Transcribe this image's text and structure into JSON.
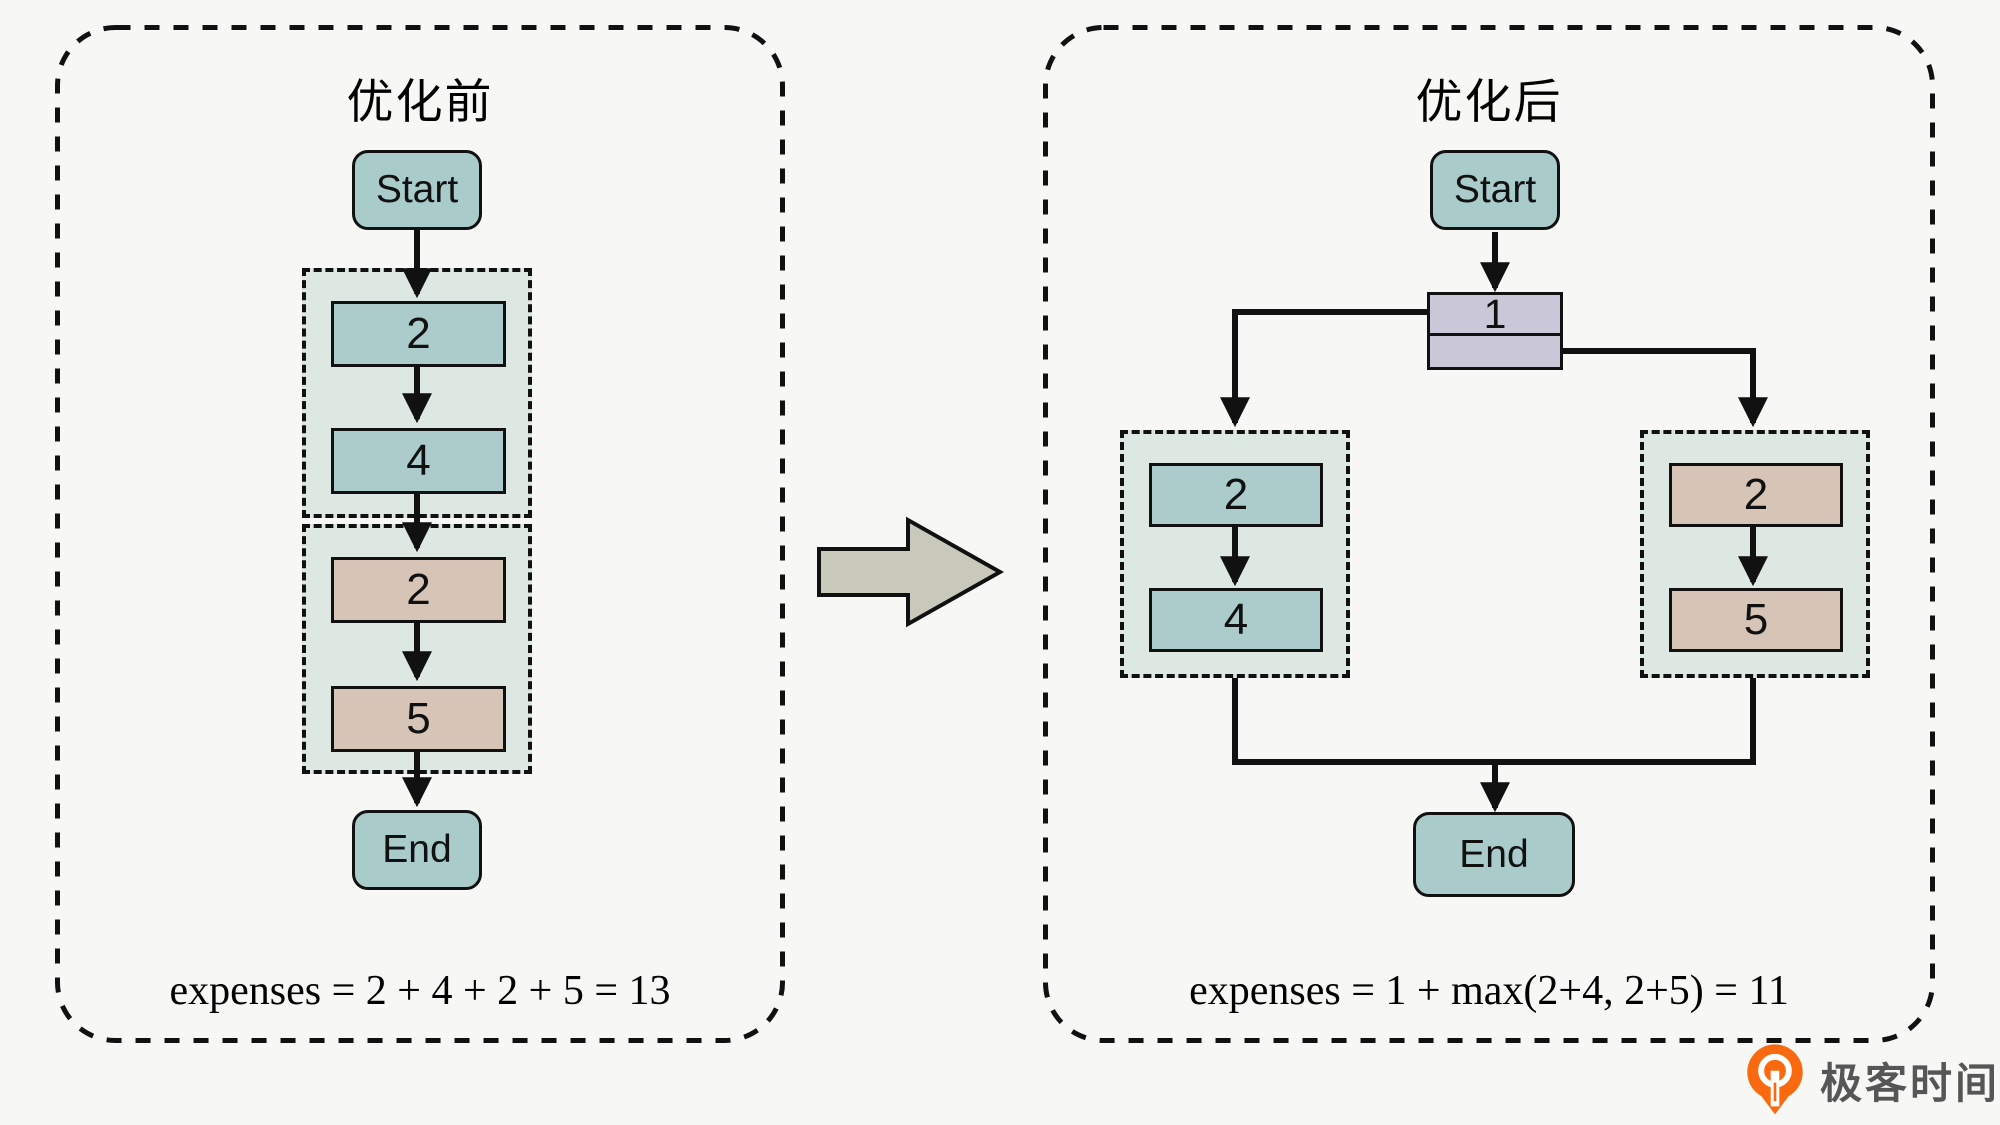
{
  "before": {
    "title": "优化前",
    "start": "Start",
    "end": "End",
    "sequence1": [
      "2",
      "4"
    ],
    "sequence2": [
      "2",
      "5"
    ],
    "formula": "expenses = 2 + 4 + 2 + 5 = 13"
  },
  "after": {
    "title": "优化后",
    "start": "Start",
    "end": "End",
    "fork": "1",
    "branch_left": [
      "2",
      "4"
    ],
    "branch_right": [
      "2",
      "5"
    ],
    "formula": "expenses = 1 + max(2+4, 2+5) = 11"
  },
  "branding": {
    "name": "极客时间"
  },
  "icons": {
    "transform_arrow": "right-block-arrow",
    "logo_mark": "geektime-orange-pin"
  },
  "colors": {
    "page_bg": "#f7f7f5",
    "teal_node": "#abcccb",
    "tan_node": "#d6c4b7",
    "lavender_fork": "#c9c7d8",
    "group_bg": "#dde8e3",
    "line": "#111111",
    "block_arrow_fill": "#c9c9bb",
    "logo_orange": "#f96a10",
    "logo_text": "#565656"
  }
}
